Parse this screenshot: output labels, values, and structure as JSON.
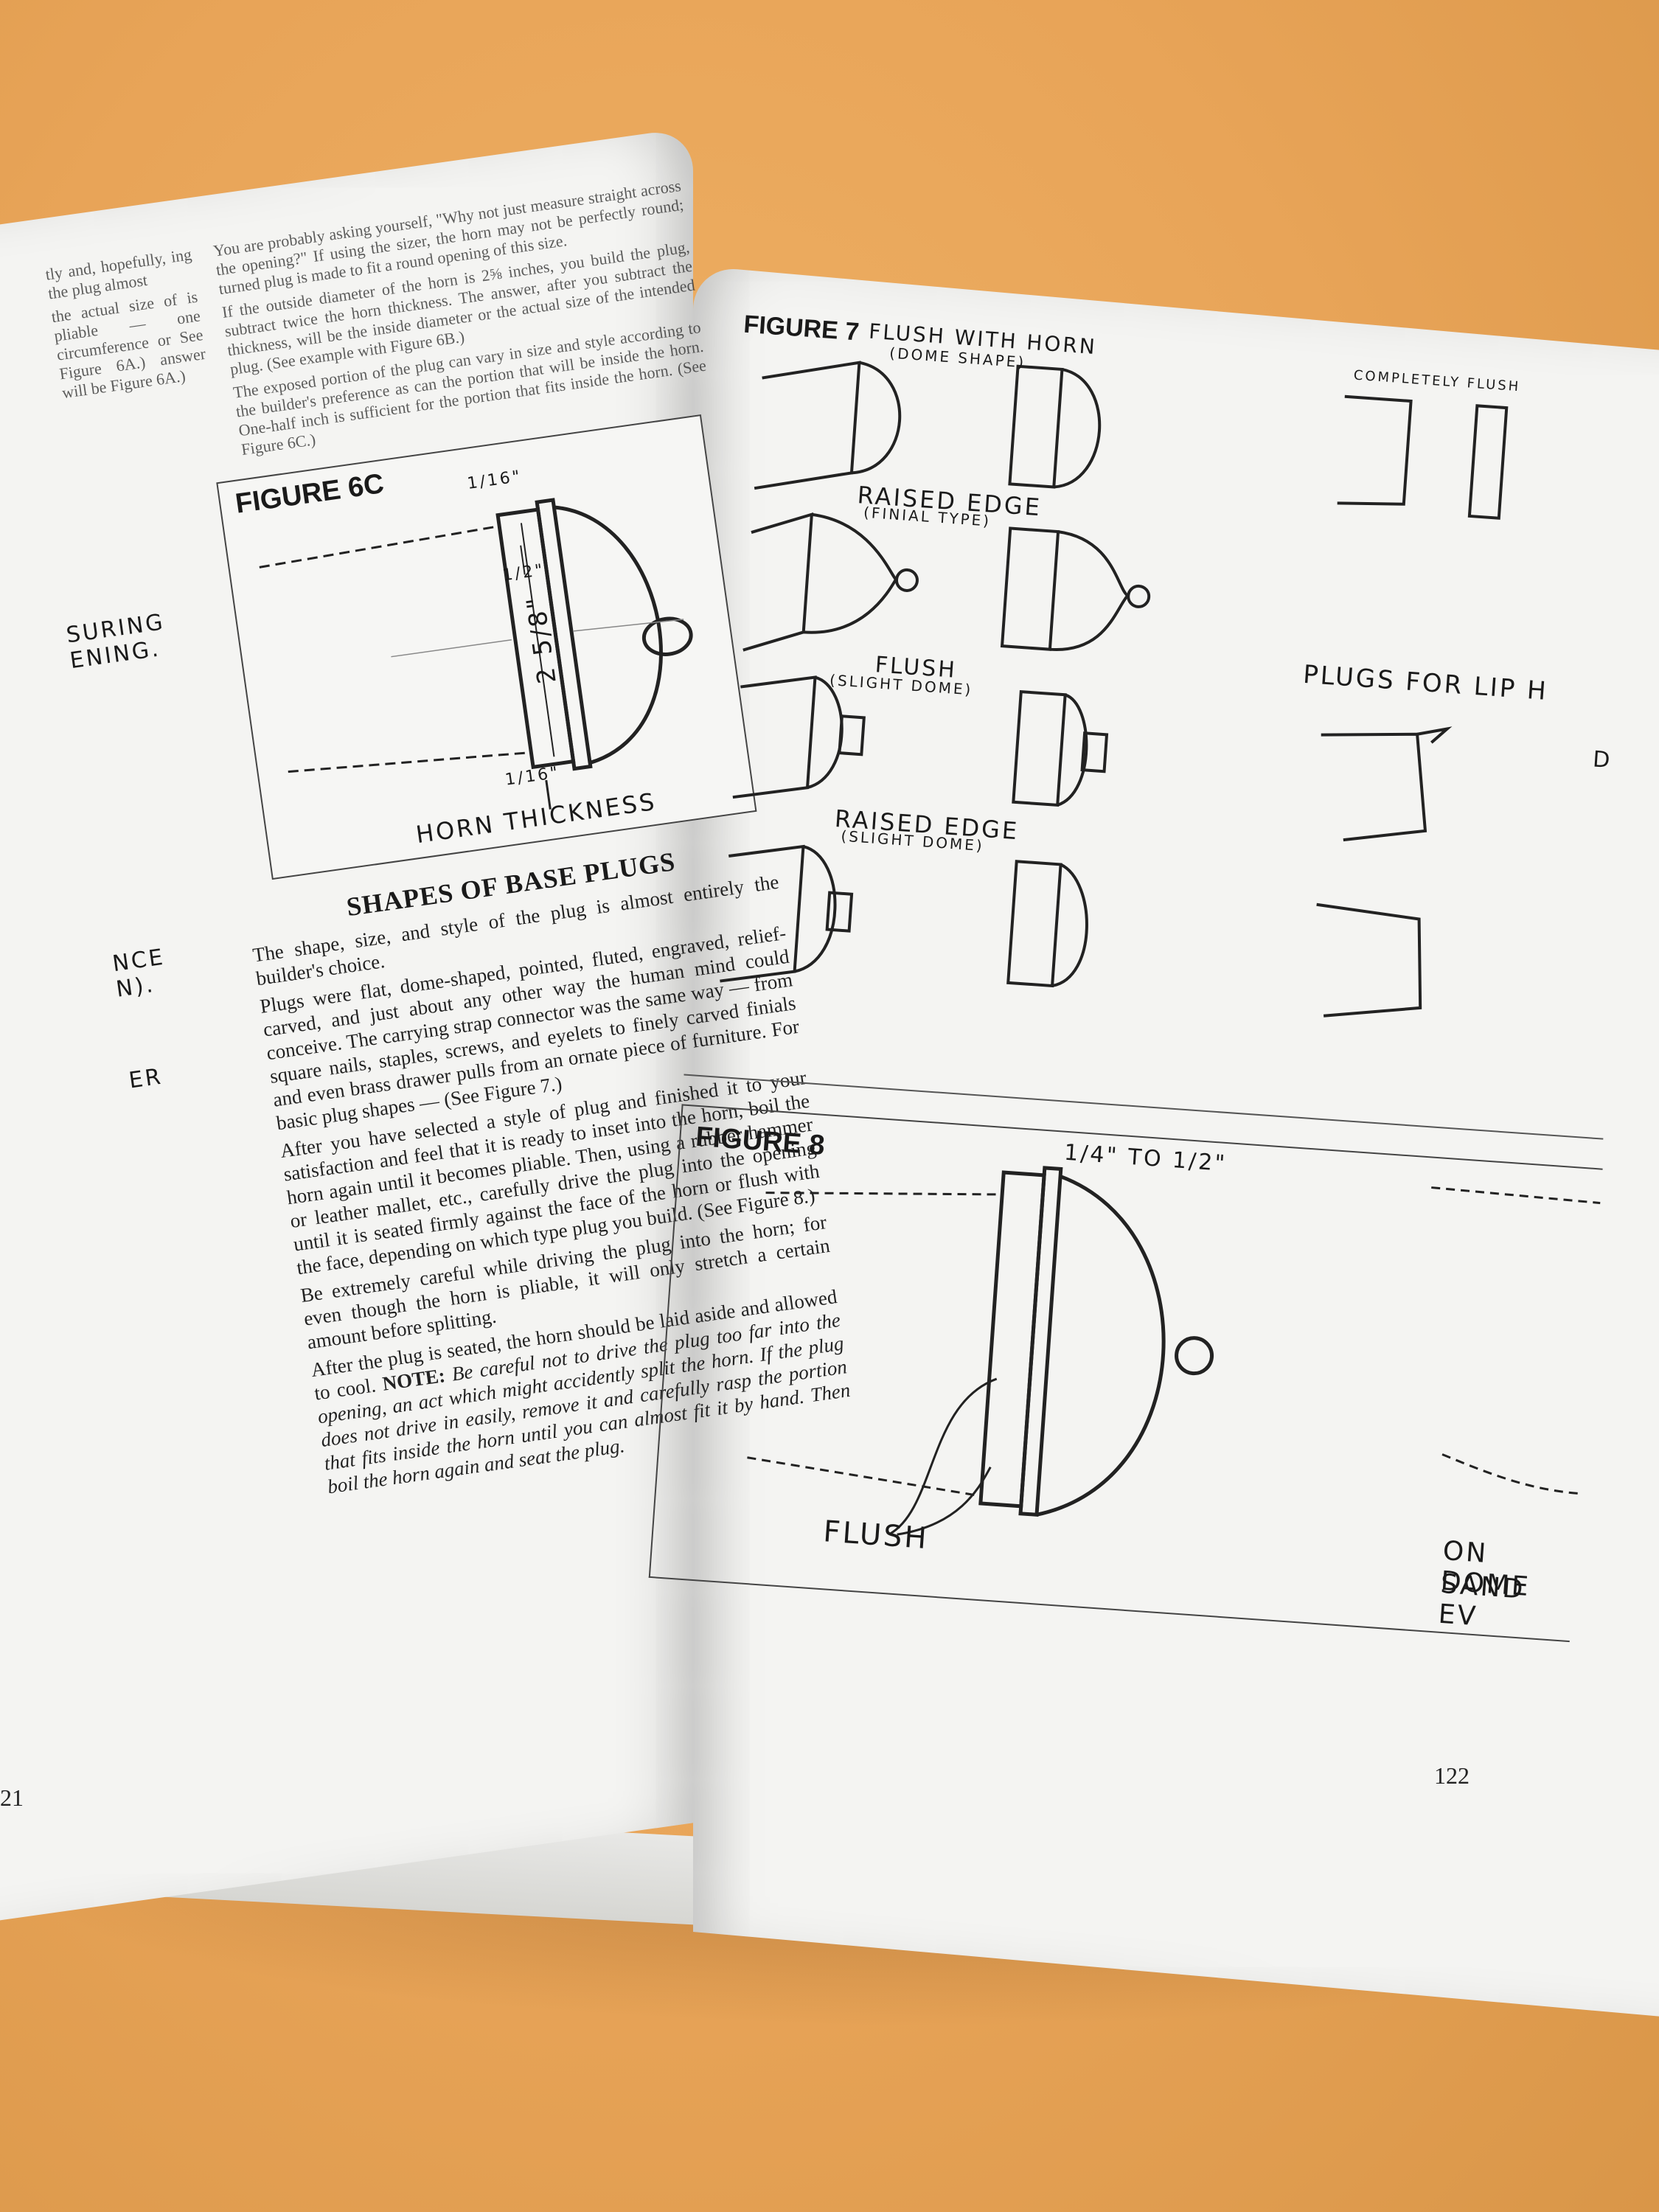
{
  "left_page": {
    "top_text_left": "tly and, hopefully, ing the plug almost",
    "top_text_left_b": "the actual size of is pliable — one circumference or See Figure 6A.) answer will be Figure 6A.)",
    "top_paragraph_1": "You are probably asking yourself, \"Why not just measure straight across the opening?\" If using the sizer, the horn may not be perfectly round; turned plug is made to fit a round opening of this size.",
    "top_paragraph_2": "If the outside diameter of the horn is 2⅝ inches, you build the plug, subtract twice the horn thickness. The answer, after you subtract the thickness, will be the inside diameter or the actual size of the intended plug. (See example with Figure 6B.)",
    "top_paragraph_3": "The exposed portion of the plug can vary in size and style according to the builder's preference as can the portion that will be inside the horn. One-half inch is sufficient for the portion that fits inside the horn. (See Figure 6C.)",
    "figure_6c": {
      "title": "FIGURE 6C",
      "dim_top": "1/16\"",
      "dim_mid": "1/2\"",
      "dim_main": "2 5/8\"",
      "dim_bottom": "1/16\"",
      "caption": "HORN THICKNESS"
    },
    "margin_fragments": [
      "SURING",
      "ENING.",
      "NCE",
      "N).",
      "ER"
    ],
    "section_title": "SHAPES OF BASE PLUGS",
    "body_1": "The shape, size, and style of the plug is almost entirely the builder's choice.",
    "body_2": "Plugs were flat, dome-shaped, pointed, fluted, engraved, relief-carved, and just about any other way the human mind could conceive. The carrying strap connector was the same way — from square nails, staples, screws, and eyelets to finely carved finials and even brass drawer pulls from an ornate piece of furniture. For basic plug shapes — (See Figure 7.)",
    "body_3": "After you have selected a style of plug and finished it to your satisfaction and feel that it is ready to inset into the horn, boil the horn again until it becomes pliable. Then, using a rubber hammer or leather mallet, etc., carefully drive the plug into the opening until it is seated firmly against the face of the horn or flush with the face, depending on which type plug you build. (See Figure 8.)",
    "body_4": "Be extremely careful while driving the plug into the horn; for even though the horn is pliable, it will only stretch a certain amount before splitting.",
    "body_5_start": "After the plug is seated, the horn should be laid aside and allowed to cool.",
    "note_label": "NOTE:",
    "body_5_italic": "Be careful not to drive the plug too far into the opening, an act which might accidently split the horn. If the plug does not drive in easily, remove it and carefully rasp the portion that fits inside the horn until you can almost fit it by hand. Then boil the horn again and seat the plug.",
    "page_number": "21"
  },
  "right_page": {
    "figure_7": {
      "title": "FIGURE 7",
      "labels": [
        "FLUSH WITH HORN",
        "(DOME SHAPE)",
        "RAISED EDGE",
        "(FINIAL TYPE)",
        "FLUSH",
        "(SLIGHT DOME)",
        "RAISED EDGE",
        "(SLIGHT DOME)"
      ],
      "right_labels": [
        "COMPLETELY FLUSH",
        "PLUGS FOR LIP H",
        "D"
      ]
    },
    "figure_8": {
      "title": "FIGURE 8",
      "dim": "1/4\" TO 1/2\"",
      "caption": "FLUSH",
      "right_caption_1": "ON DOME",
      "right_caption_2": "SAND EV"
    },
    "page_number": "122"
  }
}
